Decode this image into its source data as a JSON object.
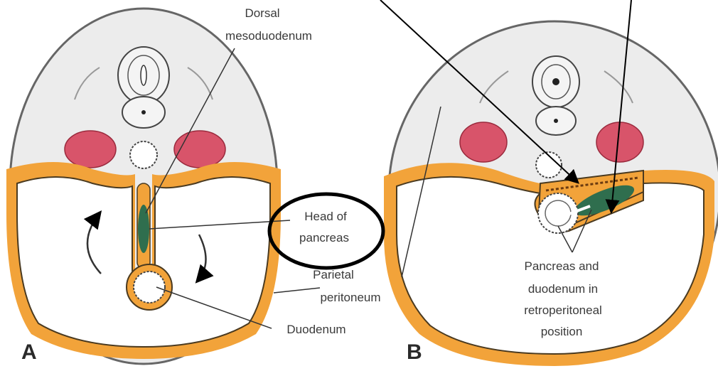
{
  "labels": {
    "dorsal": "Dorsal",
    "mesoduodenum": "mesoduodenum",
    "head_of": "Head of",
    "pancreas": "pancreas",
    "parietal": "Parietal",
    "peritoneum": "peritoneum",
    "duodenum": "Duodenum",
    "retro_line1": "Pancreas and",
    "retro_line2": "duodenum in",
    "retro_line3": "retroperitoneal",
    "retro_line4": "position"
  },
  "panels": {
    "a": "A",
    "b": "B"
  },
  "colors": {
    "peritoneum_orange": "#f2a33a",
    "kidney_pink": "#d8546a",
    "pancreas_green": "#2f6e4e",
    "body_wall_grey": "#e9e9e9",
    "outline": "#555555",
    "highlight_ellipse": "#000000"
  }
}
